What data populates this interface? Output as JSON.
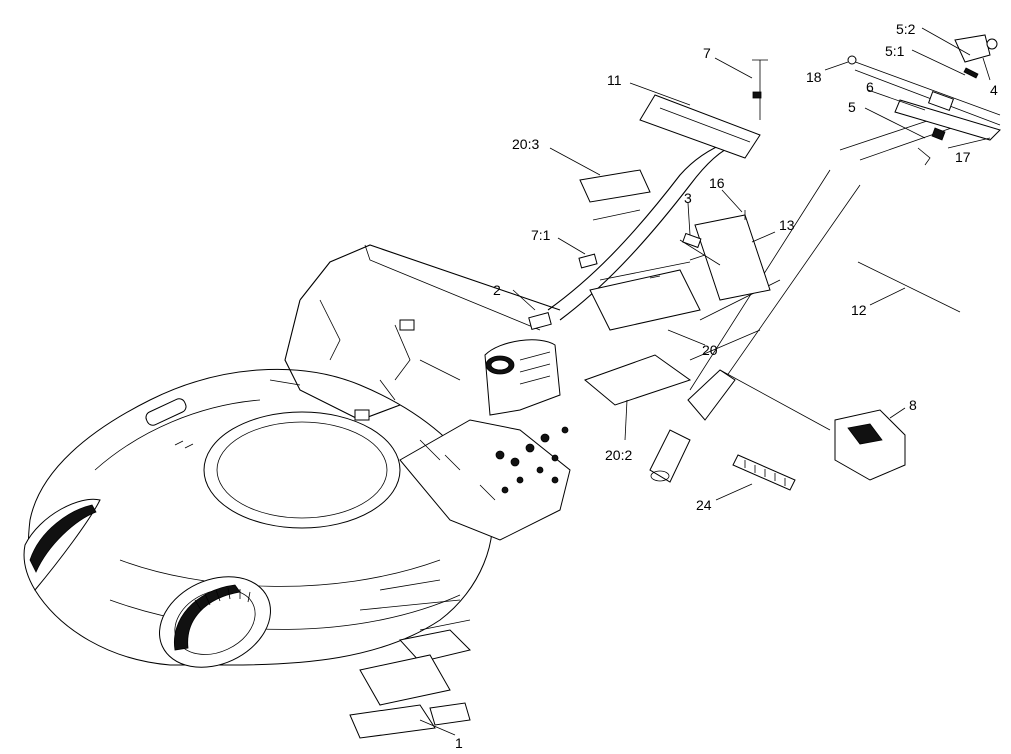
{
  "callouts": {
    "c1": "1",
    "c2": "2",
    "c3": "3",
    "c4": "4",
    "c5": "5",
    "c5_1": "5:1",
    "c5_2": "5:2",
    "c6": "6",
    "c7": "7",
    "c7_1": "7:1",
    "c8": "8",
    "c11": "11",
    "c12": "12",
    "c13": "13",
    "c16": "16",
    "c17": "17",
    "c18": "18",
    "c20": "20",
    "c20_2": "20:2",
    "c20_3": "20:3",
    "c24": "24"
  }
}
